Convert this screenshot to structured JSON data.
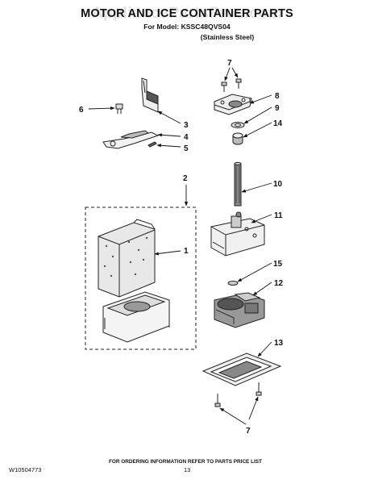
{
  "header": {
    "title": "MOTOR AND ICE CONTAINER PARTS",
    "model_line": "For Model: KSSC48QVS04",
    "finish_line": "(Stainless Steel)"
  },
  "watermark": "AppliancePartsPros.com",
  "callouts": [
    "1",
    "2",
    "3",
    "4",
    "5",
    "6",
    "7",
    "7",
    "8",
    "9",
    "10",
    "11",
    "12",
    "13",
    "14",
    "15"
  ],
  "footer": {
    "ordering_note": "FOR ORDERING INFORMATION REFER TO PARTS PRICE LIST",
    "doc_number": "W10504773",
    "page_number": "13"
  }
}
